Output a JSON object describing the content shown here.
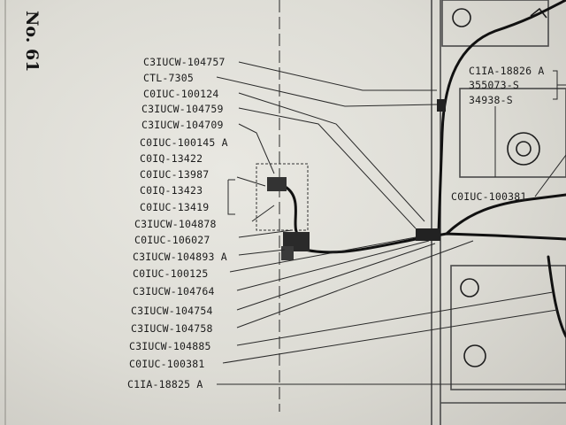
{
  "page": {
    "side_label": "No. 61"
  },
  "callouts_left": [
    {
      "id": "c1",
      "text": "C3IUCW-104757"
    },
    {
      "id": "c2",
      "text": "CTL-7305"
    },
    {
      "id": "c3",
      "text": "C0IUC-100124"
    },
    {
      "id": "c4",
      "text": "C3IUCW-104759"
    },
    {
      "id": "c5",
      "text": "C3IUCW-104709"
    },
    {
      "id": "c6",
      "text": "C0IUC-100145 A"
    },
    {
      "id": "c7",
      "text": "C0IQ-13422"
    },
    {
      "id": "c8",
      "text": "C0IUC-13987"
    },
    {
      "id": "c9",
      "text": "C0IQ-13423"
    },
    {
      "id": "c10",
      "text": "C0IUC-13419"
    },
    {
      "id": "c11",
      "text": "C3IUCW-104878"
    },
    {
      "id": "c12",
      "text": "C0IUC-106027"
    },
    {
      "id": "c13",
      "text": "C3IUCW-104893 A"
    },
    {
      "id": "c14",
      "text": "C0IUC-100125"
    },
    {
      "id": "c15",
      "text": "C3IUCW-104764"
    },
    {
      "id": "c16",
      "text": "C3IUCW-104754"
    },
    {
      "id": "c17",
      "text": "C3IUCW-104758"
    },
    {
      "id": "c18",
      "text": "C3IUCW-104885"
    },
    {
      "id": "c19",
      "text": "C0IUC-100381"
    },
    {
      "id": "c20",
      "text": "C1IA-18825 A"
    }
  ],
  "callouts_right": [
    {
      "id": "r1",
      "text": "C1IA-18826 A"
    },
    {
      "id": "r2",
      "text": "355073-S"
    },
    {
      "id": "r3",
      "text": "34938-S"
    },
    {
      "id": "r4",
      "text": "C0IUC-100381"
    }
  ]
}
